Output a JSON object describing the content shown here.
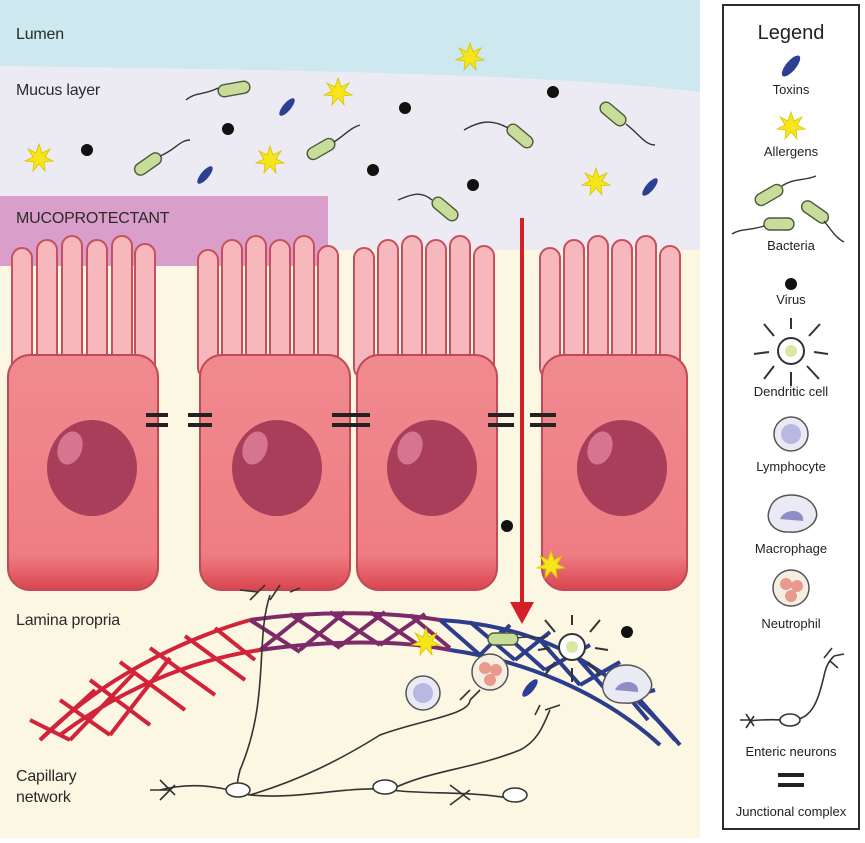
{
  "labels": {
    "lumen": "Lumen",
    "mucus": "Mucus layer",
    "mucoprotectant": "MUCOPROTECTANT",
    "lamina": "Lamina propria",
    "capillary_line1": "Capillary",
    "capillary_line2": "network"
  },
  "legend": {
    "title": "Legend",
    "items": [
      {
        "label": "Toxins",
        "icon": "toxin-icon"
      },
      {
        "label": "Allergens",
        "icon": "allergen-icon"
      },
      {
        "label": "Bacteria",
        "icon": "bacteria-icon"
      },
      {
        "label": "Virus",
        "icon": "virus-icon"
      },
      {
        "label": "Dendritic cell",
        "icon": "dendritic-cell-icon"
      },
      {
        "label": "Lymphocyte",
        "icon": "lymphocyte-icon"
      },
      {
        "label": "Macrophage",
        "icon": "macrophage-icon"
      },
      {
        "label": "Neutrophil",
        "icon": "neutrophil-icon"
      },
      {
        "label": "Enteric neurons",
        "icon": "enteric-neuron-icon"
      },
      {
        "label": "Junctional complex",
        "icon": "junctional-complex-icon"
      }
    ]
  },
  "colors": {
    "lumen": "#cde8ee",
    "mucus": "#ecebf3",
    "mucoprotectant": "#d99ec9",
    "lamina": "#fbf7e2",
    "cell": "#ee7e84",
    "nucleus": "#a83e5a",
    "arrow": "#d31f26",
    "allergen": "#f6e519",
    "toxin": "#2c3f93",
    "bacteria": "#c9dd9a"
  }
}
